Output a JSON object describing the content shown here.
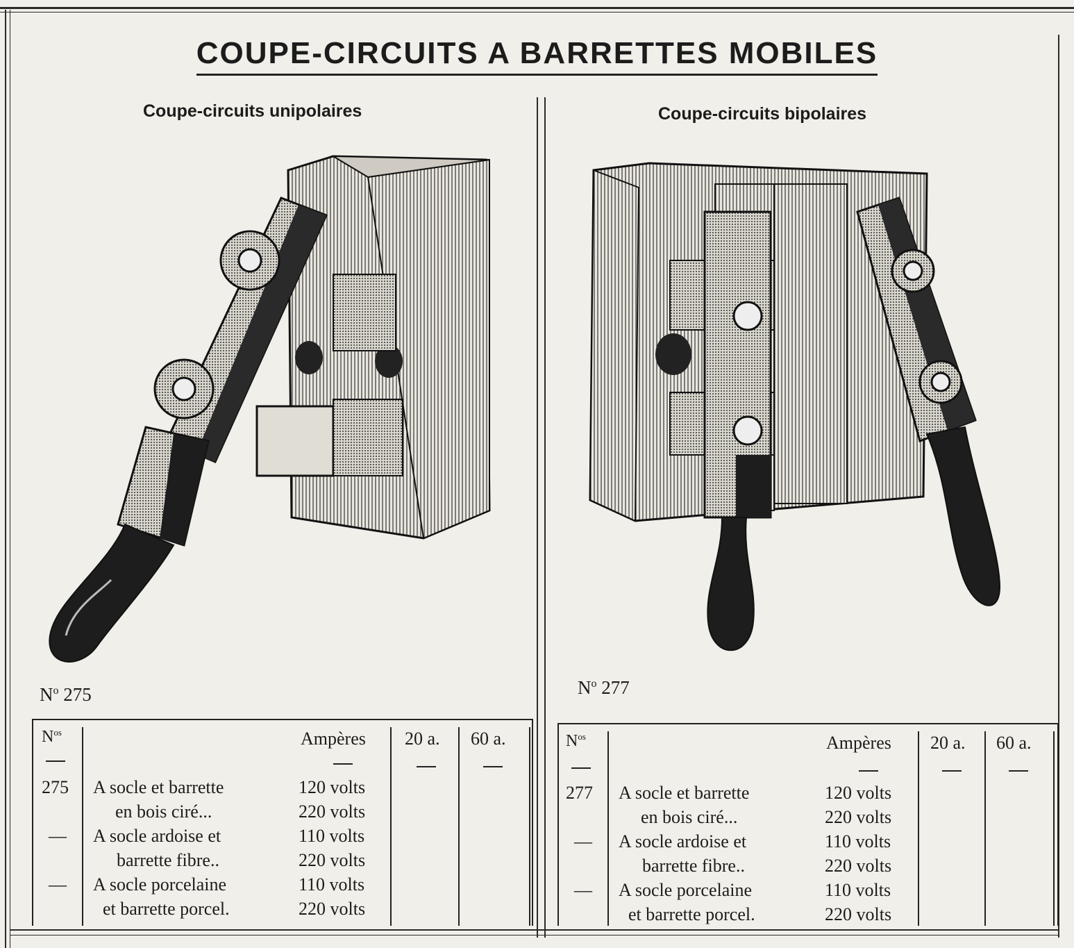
{
  "page": {
    "title": "COUPE-CIRCUITS A BARRETTES MOBILES"
  },
  "left": {
    "subtitle": "Coupe-circuits unipolaires",
    "catalog_label": "N",
    "catalog_sup": "o",
    "catalog_number": "275",
    "table": {
      "hdr_no": "N",
      "hdr_no_sup": "os",
      "hdr_amperes": "Ampères",
      "hdr_20": "20 a.",
      "hdr_60": "60 a.",
      "rows": [
        {
          "no": "275",
          "desc1": "A socle et barrette",
          "desc2": "en bois ciré...",
          "v1": "120 volts",
          "v2": "220 volts"
        },
        {
          "no": "—",
          "desc1": "A socle ardoise et",
          "desc2": "barrette fibre..",
          "v1": "110 volts",
          "v2": "220 volts"
        },
        {
          "no": "—",
          "desc1": "A socle porcelaine",
          "desc2": "et barrette porcel.",
          "v1": "110 volts",
          "v2": "220 volts"
        }
      ]
    }
  },
  "right": {
    "subtitle": "Coupe-circuits bipolaires",
    "catalog_label": "N",
    "catalog_sup": "o",
    "catalog_number": "277",
    "table": {
      "hdr_no": "N",
      "hdr_no_sup": "os",
      "hdr_amperes": "Ampères",
      "hdr_20": "20 a.",
      "hdr_60": "60 a.",
      "rows": [
        {
          "no": "277",
          "desc1": "A socle et barrette",
          "desc2": "en bois ciré...",
          "v1": "120 volts",
          "v2": "220 volts"
        },
        {
          "no": "—",
          "desc1": "A socle ardoise et",
          "desc2": "barrette fibre..",
          "v1": "110 volts",
          "v2": "220 volts"
        },
        {
          "no": "—",
          "desc1": "A socle porcelaine",
          "desc2": "et barrette porcel.",
          "v1": "110 volts",
          "v2": "220 volts"
        }
      ]
    }
  }
}
